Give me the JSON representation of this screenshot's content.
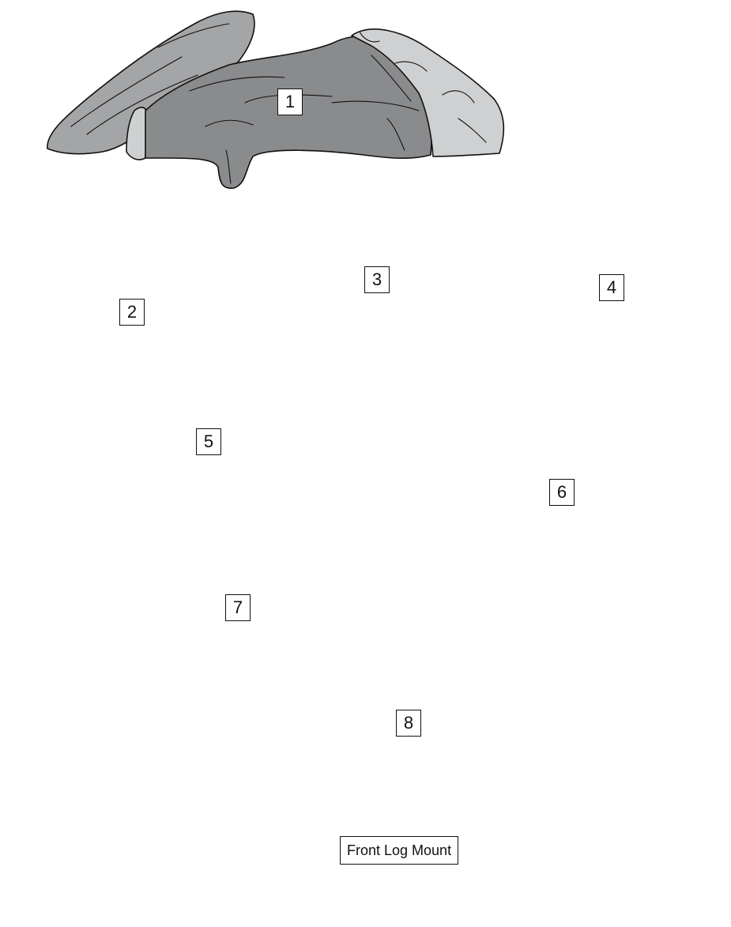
{
  "labels": {
    "log1": "1",
    "log2": "2",
    "log3": "3",
    "log4": "4",
    "log5": "5",
    "log6": "6",
    "log7": "7",
    "log8": "8"
  },
  "front_log_mount_caption": "Front Log Mount"
}
